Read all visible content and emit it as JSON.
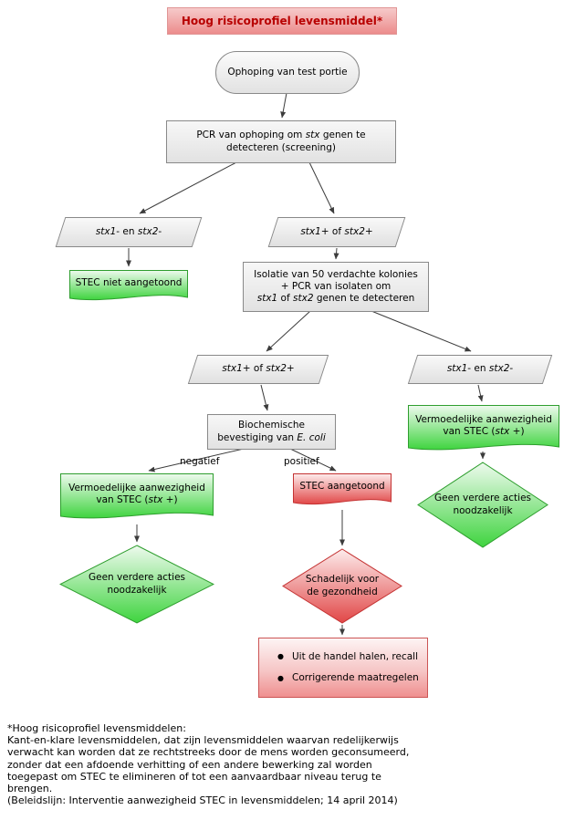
{
  "title": "Hoog risicoprofiel levensmiddel*",
  "bullet": "●",
  "colors": {
    "green_fill": "#3fd43f",
    "green_border": "#2e9e2e",
    "red_fill": "#e14747",
    "red_border": "#c43333",
    "title_text": "#b80000",
    "neutral_border": "#898989",
    "arrow": "#3c3c3c"
  },
  "nodes": {
    "start": "Ophoping van test portie",
    "pcr_screening_html": "PCR van ophoping om <i>stx</i> genen te<br>detecteren (screening)",
    "screen_negative_html": "<i>stx1</i>- en <i>stx2</i>-",
    "screen_positive_html": "<i>stx1</i>+ of <i>stx2</i>+",
    "stec_not_detected": "STEC niet aangetoond",
    "isolation_html": "Isolatie van 50 verdachte kolonies<br>+ PCR van isolaten om<br><i>stx1</i> of <i>stx2</i> genen te detecteren",
    "isolate_positive_html": "<i>stx1</i>+ of <i>stx2</i>+",
    "isolate_negative_html": "<i>stx1</i>- en <i>stx2</i>-",
    "biochem_html": "Biochemische<br>bevestiging van <i>E. coli</i>",
    "presumed_stec_right_html": "Vermoedelijke aanwezigheid<br>van STEC (<i>stx</i> +)",
    "no_action_right_html": "Geen verdere acties<br>noodzakelijk",
    "presumed_stec_left_html": "Vermoedelijke aanwezigheid<br>van STEC (<i>stx</i> +)",
    "no_action_left_html": "Geen verdere acties<br>noodzakelijk",
    "stec_detected": "STEC aangetoond",
    "harmful_html": "Schadelijk voor<br>de gezondheid",
    "actions": [
      "Uit de handel halen, recall",
      "Corrigerende maatregelen"
    ]
  },
  "edge_labels": {
    "negative": "negatief",
    "positive": "positief"
  },
  "footnote": "*Hoog risicoprofiel levensmiddelen:\nKant-en-klare levensmiddelen, dat zijn levensmiddelen waarvan redelijkerwijs\nverwacht kan worden dat ze rechtstreeks door de mens worden geconsumeerd,\nzonder dat een afdoende verhitting of een andere bewerking zal worden\ntoegepast om STEC te elimineren of tot een aanvaardbaar niveau terug te\nbrengen.\n(Beleidslijn: Interventie aanwezigheid STEC in levensmiddelen; 14 april 2014)"
}
